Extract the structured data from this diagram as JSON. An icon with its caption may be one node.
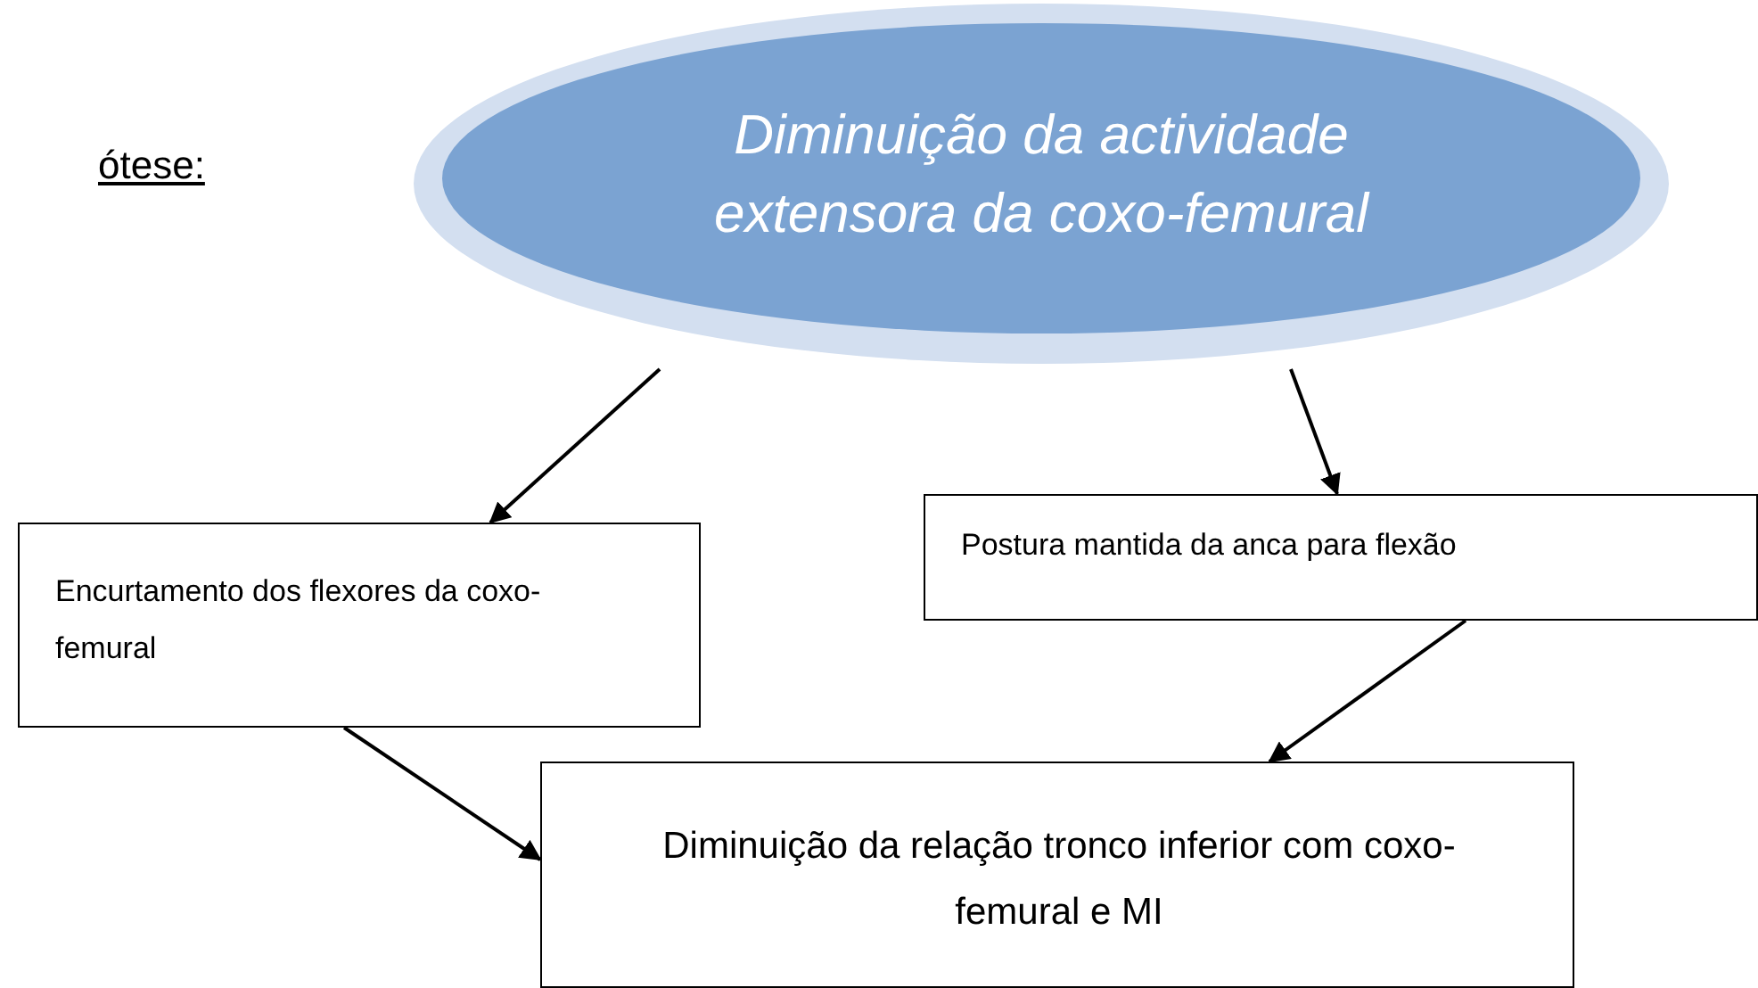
{
  "diagram": {
    "nodes": [
      {
        "text": [
          "Diminuição da actividade extensora da coxo-femural"
        ]
      },
      {
        "text": [
          "Encurtamento dos flexores da coxo-femural"
        ]
      },
      {
        "text": [
          "Postura mantida da anca para flexão"
        ]
      },
      {
        "text": [
          "Diminuição da relação tronco inferior com coxo-femural e MI"
        ]
      }
    ],
    "edges": [
      {
        "from": 0,
        "to": 1,
        "arrow": "to"
      },
      {
        "from": 0,
        "to": 2,
        "arrow": "to"
      },
      {
        "from": 1,
        "to": 3,
        "arrow": "to"
      },
      {
        "from": 2,
        "to": 3,
        "arrow": "to"
      }
    ],
    "labels": [
      "ótese:"
    ]
  }
}
